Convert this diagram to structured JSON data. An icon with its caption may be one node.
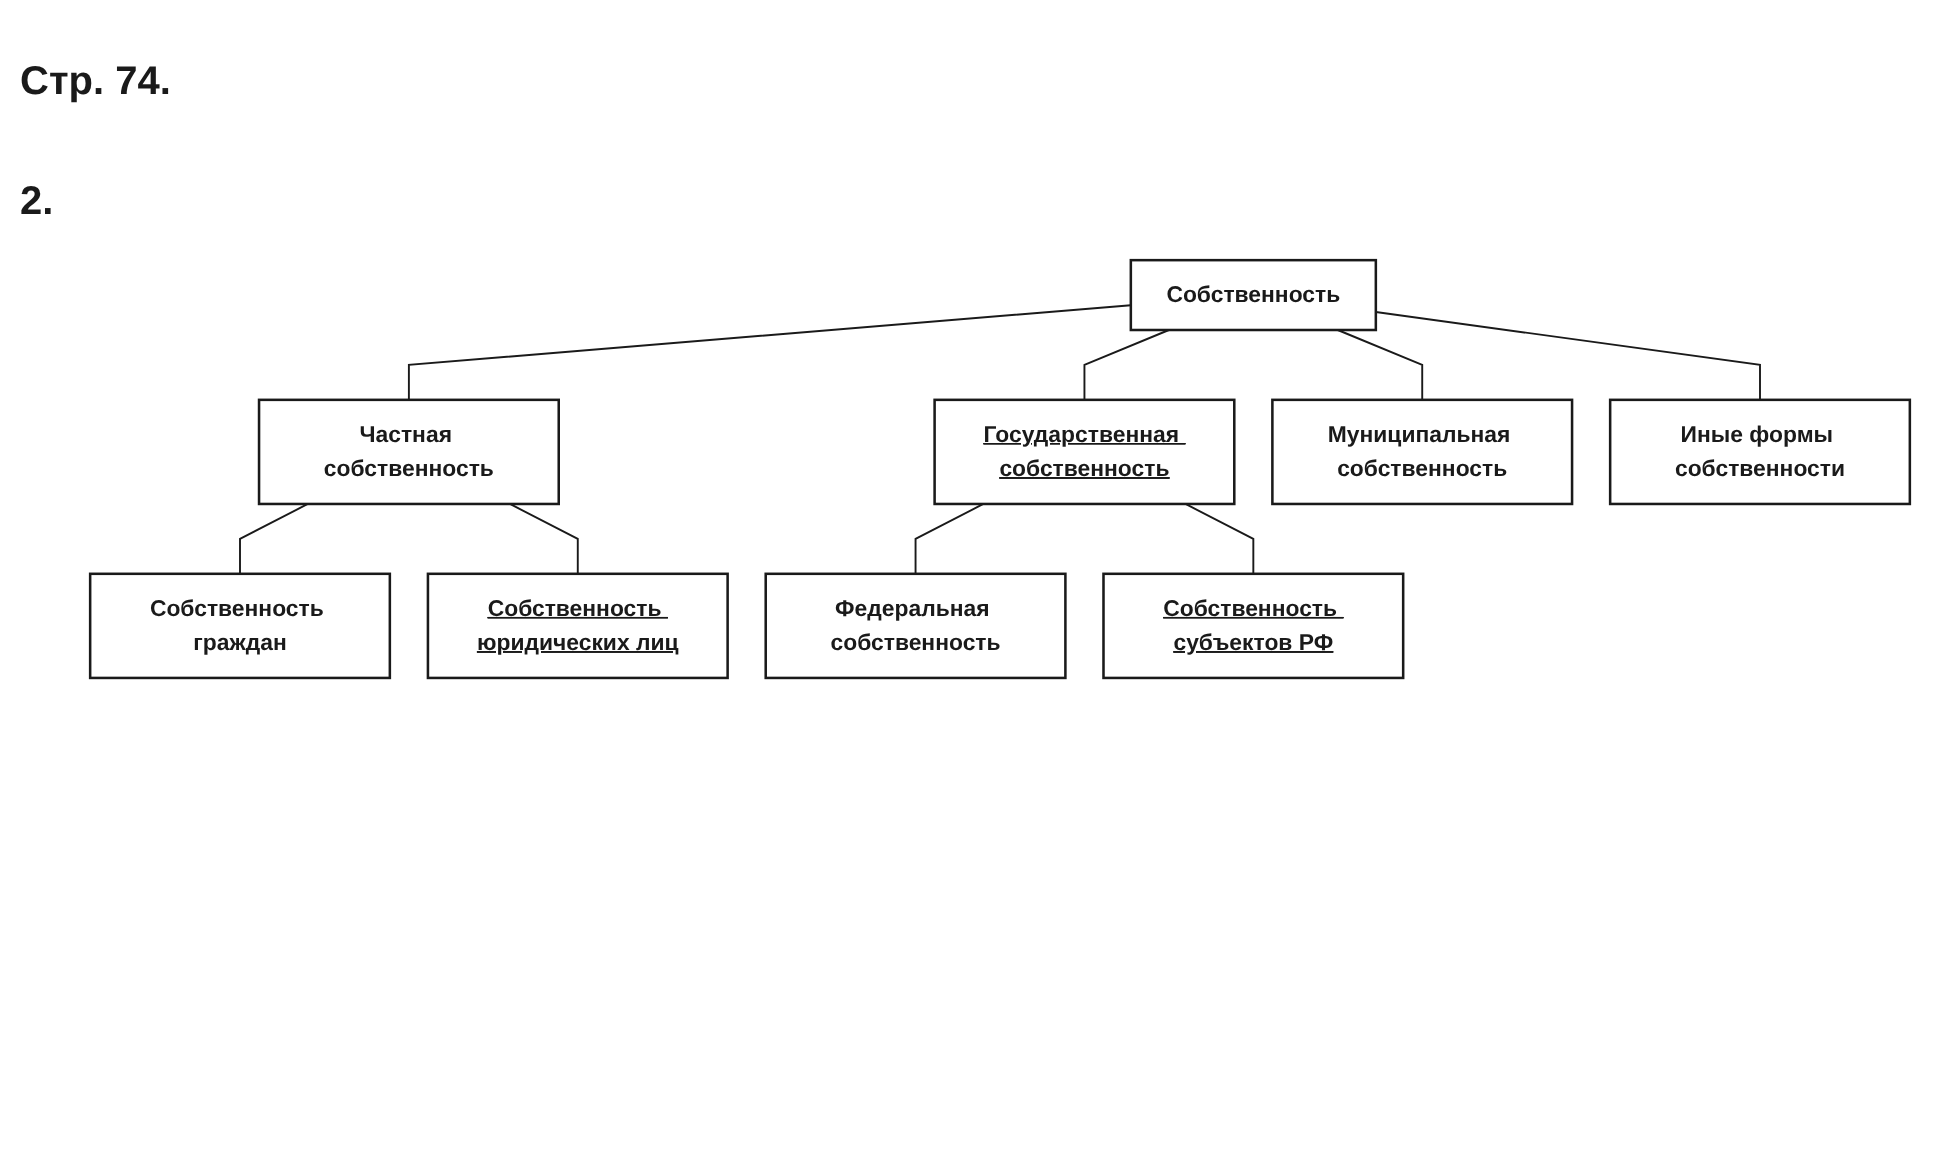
{
  "diagram": {
    "title": "Стр. 74.",
    "nodes": [
      {
        "text": [
          "Собственность"
        ]
      },
      {
        "text": [
          "Частная собственность"
        ]
      },
      {
        "text": [
          "Государственная собственность"
        ]
      },
      {
        "text": [
          "Муниципальная собственность"
        ]
      },
      {
        "text": [
          "Иные формы собственности"
        ]
      },
      {
        "text": [
          "Собственность граждан"
        ]
      },
      {
        "text": [
          "Федеральная собственность"
        ]
      },
      {
        "text": [
          "Собственность субъектов РФ"
        ]
      },
      {
        "text": [
          "Собственность юридических лиц"
        ]
      }
    ],
    "edges": [
      {
        "from": 0,
        "to": 1,
        "arrow": "none"
      },
      {
        "from": 0,
        "to": 2,
        "arrow": "none"
      },
      {
        "from": 0,
        "to": 3,
        "arrow": "none"
      },
      {
        "from": 0,
        "to": 4,
        "arrow": "none"
      },
      {
        "from": 1,
        "to": 5,
        "arrow": "none"
      },
      {
        "from": 1,
        "to": 8,
        "arrow": "none"
      },
      {
        "from": 2,
        "to": 6,
        "arrow": "none"
      },
      {
        "from": 2,
        "to": 7,
        "arrow": "none"
      }
    ],
    "labels": [
      "2."
    ]
  }
}
